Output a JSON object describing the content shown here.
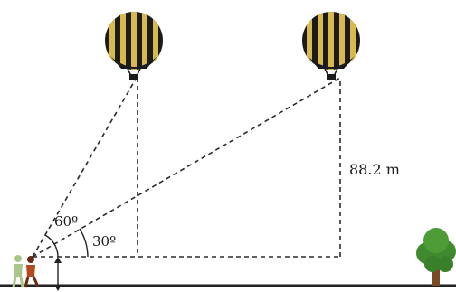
{
  "labels": {
    "height": "88.2 m",
    "angle_upper": "60º",
    "angle_lower": "30º"
  },
  "colors": {
    "balloon_dark": "#1b1b1b",
    "balloon_light": "#d9b94e",
    "ground": "#222222",
    "dash": "#2a2a2a",
    "tree_green": "#3f8a2e",
    "tree_trunk": "#7a4a22",
    "person_ghost": "#a9c78a",
    "person": "#8a3a1a"
  },
  "icons": {
    "balloon_1": "hot-air-balloon-icon",
    "balloon_2": "hot-air-balloon-icon",
    "tree": "tree-icon",
    "observer": "person-icon"
  }
}
